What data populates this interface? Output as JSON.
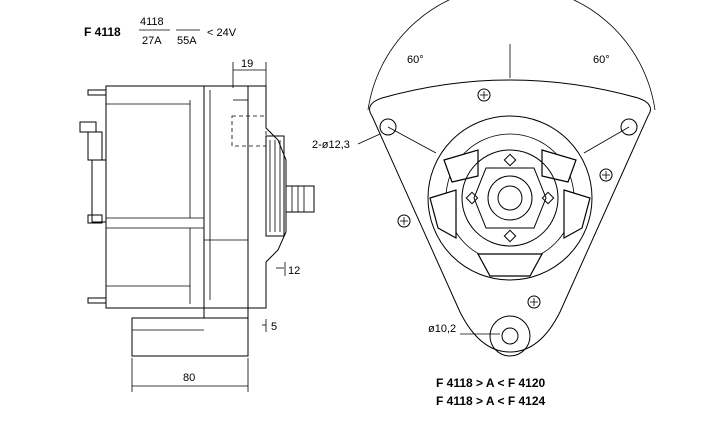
{
  "header": {
    "model": "F 4118",
    "fraction_top": "4118",
    "fraction_left_bottom": "27A",
    "fraction_right_bottom": "55A",
    "voltage": "< 24V"
  },
  "side_view": {
    "dim_top": "19",
    "dim_right_a": "12",
    "dim_right_b": "5",
    "dim_bottom": "80"
  },
  "front_view": {
    "angle_left": "60°",
    "angle_right": "60°",
    "hole_label": "2-ø12,3",
    "bottom_hole_label": "ø10,2"
  },
  "notes": {
    "line1": "F 4118 > A < F 4120",
    "line2": "F 4118 > A < F 4124"
  }
}
